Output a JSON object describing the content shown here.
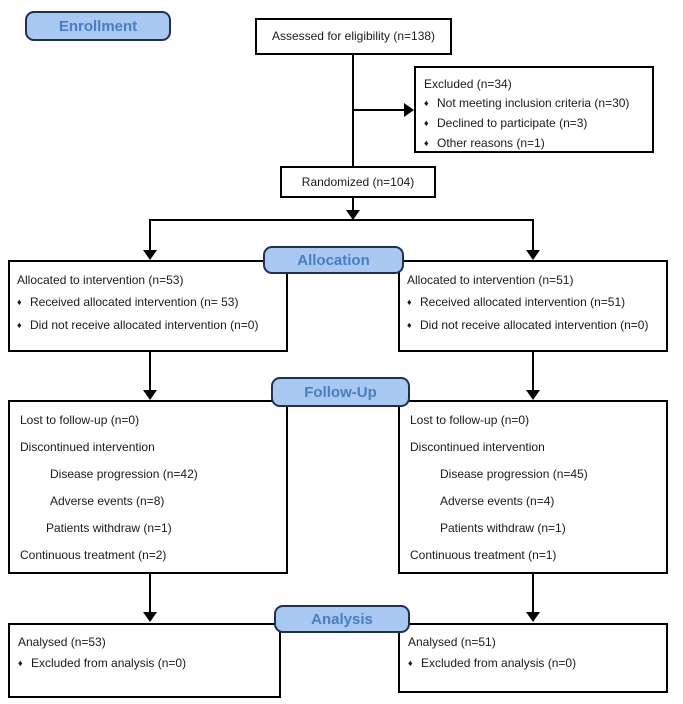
{
  "bullet_char": "♦",
  "stages": {
    "enrollment": "Enrollment",
    "allocation": "Allocation",
    "followup": "Follow-Up",
    "analysis": "Analysis"
  },
  "boxes": {
    "assessed": {
      "title": "Assessed for eligibility (n=138)"
    },
    "excluded": {
      "title": "Excluded (n=34)",
      "bullets": [
        "Not meeting inclusion criteria (n=30)",
        "Declined to participate (n=3)",
        "Other reasons (n=1)"
      ]
    },
    "randomized": {
      "title": "Randomized (n=104)"
    },
    "allocation_left": {
      "title": "Allocated to intervention (n=53)",
      "bullets": [
        "Received allocated intervention (n= 53)",
        "Did not receive allocated intervention (n=0)"
      ]
    },
    "allocation_right": {
      "title": "Allocated to intervention (n=51)",
      "bullets": [
        "Received allocated intervention (n=51)",
        "Did not receive allocated intervention (n=0)"
      ]
    },
    "followup_left": {
      "lines": [
        "Lost to follow-up (n=0)",
        "Discontinued intervention",
        "Disease progression (n=42)",
        "Adverse events (n=8)",
        "Patients withdraw (n=1)",
        "Continuous treatment (n=2)"
      ]
    },
    "followup_right": {
      "lines": [
        "Lost to follow-up (n=0)",
        "Discontinued intervention",
        "Disease progression (n=45)",
        "Adverse events (n=4)",
        "Patients withdraw (n=1)",
        "Continuous treatment (n=1)"
      ]
    },
    "analysis_left": {
      "title": "Analysed (n=53)",
      "bullets": [
        "Excluded from analysis (n=0)"
      ]
    },
    "analysis_right": {
      "title": "Analysed (n=51)",
      "bullets": [
        "Excluded from analysis (n=0)"
      ]
    }
  },
  "colors": {
    "stage_fill": "#a9c8f1",
    "stage_border": "#1f3050",
    "stage_text": "#4a7ec0",
    "box_border": "#000000",
    "line": "#000000",
    "background": "#ffffff"
  }
}
